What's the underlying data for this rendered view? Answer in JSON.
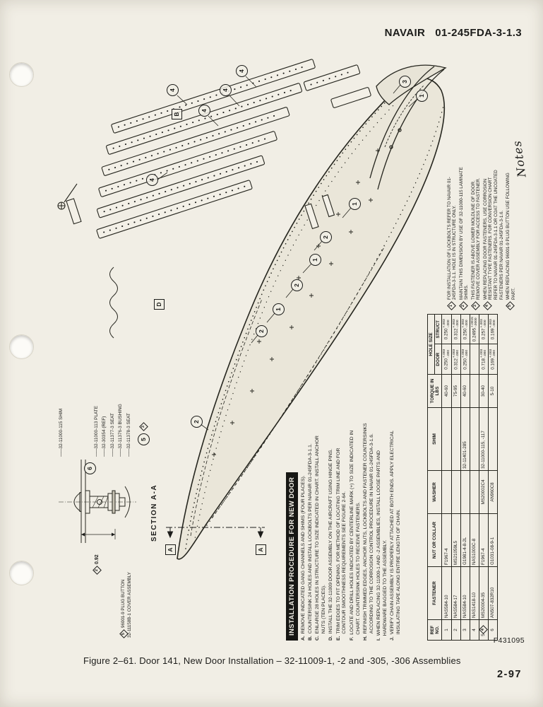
{
  "page": {
    "doc_brand": "NAVAIR",
    "doc_number": "01-245FDA-3-1.3",
    "figure_caption": "Figure 2–61.  Door 141, New Door Installation – 32-11009-1, -2 and -305, -306 Assemblies",
    "figure_id": "F431095",
    "page_number": "2-97"
  },
  "procedure": {
    "title": "INSTALLATION PROCEDURE FOR NEW DOOR",
    "steps": [
      {
        "letter": "A.",
        "text": "REMOVE INDICATED GANG CHANNELS AND SHIMS (FOUR PLACES)."
      },
      {
        "letter": "B.",
        "text": "COUNTERSINK 24 HOLES AND INSTALL LOCKBOLTS PER NAVAIR 01-245FDA-3-1.1."
      },
      {
        "letter": "C.",
        "text": "ENLARGE 28 HOLES IN STRUCTURE TO SIZE INDICATED IN CHART. INSTALL ANCHOR NUTS (TEN PLACES)."
      },
      {
        "letter": "D.",
        "text": "INSTALL THE 32-11009 DOOR ASSEMBLY ON THE AIRCRAFT USING HINGE PINS."
      },
      {
        "letter": "E.",
        "text": "TRIM EDGES TO FIT OPENING. FOR METHOD OF LOCATING TRIM LINE AND FOR CONTOUR SMOOTHNESS REQUIREMENTS SEE FIGURE 2-64."
      },
      {
        "letter": "F.",
        "text": "LOCATE AND DRILL HOLES INDICATED BY CENTERLINE MARK (+) TO SIZE INDICATED IN CHART. COUNTERSINK HOLES TO RECEIVE FASTENERS."
      },
      {
        "letter": "H.",
        "text": "REFINISH TRIMMED EDGES, ANCHOR NUTS, LOCKBOLTS AND FASTENER COUNTERSINKS ACCORDING TO THE CORROSION CONTROL PROCEDURE IN NAVAIR 01-245FDA-3-1.6."
      },
      {
        "letter": "I.",
        "text": "WHEN REPLACING 32-11009-1 AND -2 ASSEMBLIES, INSTALL LOOSE PARTS AND HARDWARE BAGGED TO THE ASSEMBLY."
      },
      {
        "letter": "J.",
        "text": "VERIFY CHAIN ASSEMBLY IS PROPERLY ATTACHED AT BOTH ENDS. APPLY ELECTRICAL INSULATING TAPE ALONG ENTIRE LENGTH OF CHAIN."
      }
    ]
  },
  "notes": {
    "title": "Notes",
    "items": [
      {
        "flag": "1",
        "text": "FOR INSTALLATION OF LOCKBOLTS REFER TO NAVAIR 01-245FDA-3-1.1. HOLE IS IN STRUCTURE ONLY."
      },
      {
        "flag": "2",
        "text": "MAINTAIN THIS DIMENSION BY USE OF 32-11000-115 LAMINATE SHIMS."
      },
      {
        "flag": "3",
        "text": "THIS FASTENER IS ABOVE LOWER MOLDLINE OF DOOR.  REMOVE COVER ASSEMBLY FOR ACCESS TO FASTENER."
      },
      {
        "flag": "4",
        "text": "WHEN REPLACING DOOR FASTENERS, USE CORROSION RESISTANT TYPE FASTENERS.  FOR CONVERSION CHART REFER TO NAVAIR 01-245FDA-3-1.1 OR COAT THE UNCOATED FASTENERS PER NAVAIR 01-245FDA-3-1.6."
      },
      {
        "flag": "5",
        "text": "WHEN REPLACING 96001-9 PLUG BUTTON USE FOLLOWING PART."
      }
    ]
  },
  "table": {
    "headers": {
      "ref": "REF NO.",
      "fastener": "FASTENER",
      "nut": "NUT OR COLLAR",
      "washer": "WASHER",
      "shim": "SHIM",
      "torque": "TORQUE IN LBS",
      "hole": "HOLE SIZE",
      "door": "DOOR",
      "struct": "STRUCT"
    },
    "rows": [
      {
        "ref": "1",
        "fastener": "NAS584-10",
        "nut": "F1967-4",
        "washer": "",
        "shim": "",
        "torque": "40-60",
        "door": "0.250",
        "door_tol": "+.003\n-.000",
        "struct": "0.250",
        "struct_tol": "+.003\n-.000"
      },
      {
        "ref": "2",
        "fastener": "NAS584-17",
        "nut": "MS21059L5",
        "washer": "",
        "shim": "",
        "torque": "75-95",
        "door": "0.312",
        "door_tol": "+.003\n-.000",
        "struct": "0.312",
        "struct_tol": "+.003\n-.000"
      },
      {
        "ref": "3",
        "fastener": "NAS584-10",
        "nut": "G1981-4-8-2L",
        "washer": "",
        "shim": "32-11401-285",
        "torque": "40-60",
        "door": "0.250",
        "door_tol": "+.003\n-.000",
        "struct": "0.250",
        "struct_tol": "+.003\n-.000"
      },
      {
        "ref": "4",
        "fastener": "NAS1418-10",
        "nut": "NAS1000C-8",
        "washer": "",
        "shim": "",
        "torque": "",
        "door": "",
        "door_tol": "",
        "struct": "0.2495",
        "struct_tol": "+.0015\n-.0000"
      },
      {
        "ref": "5",
        "ref_flag": "4",
        "fastener": "MS20004-35",
        "nut": "F1967-4",
        "washer": "MS20002C4",
        "shim": "32-11000-115, -117",
        "torque": "30-40",
        "door": "0.718",
        "door_tol": "+.003\n-.000",
        "struct": "0.257",
        "struct_tol": "+.003\n-.000"
      },
      {
        "ref": "6",
        "fastener": "AN507-832R10",
        "nut": "G1031-08-9-1",
        "washer": "AN960C8",
        "shim": "",
        "torque": "5-10",
        "door": "0.169",
        "door_tol": "+.003\n-.000",
        "struct": "0.169",
        "struct_tol": "+.003\n-.000"
      }
    ]
  },
  "section": {
    "title": "SECTION A-A",
    "labels": [
      "32-11000-115 SHIM",
      "32-11000-113 PLATE",
      "32-30354 (REF)",
      "32-11377-3 SEAT",
      "32-11376-3 BUSHING",
      "32-11378-3 SEAT"
    ],
    "dim_flag": "2",
    "dimension": "0.92",
    "plug_flag": "5",
    "plug_lines": [
      "96001-9 PLUG BUTTON",
      "32-11158B-1 COVER ASSEMBLY"
    ],
    "balloon5": "5",
    "balloon5_flag": "3",
    "balloon6": "6"
  },
  "drawing": {
    "balloons": [
      {
        "n": "4"
      },
      {
        "n": "4"
      },
      {
        "n": "4"
      },
      {
        "n": "4"
      },
      {
        "n": "4"
      },
      {
        "n": "3"
      },
      {
        "n": "1"
      },
      {
        "n": "1"
      },
      {
        "n": "1"
      },
      {
        "n": "1"
      },
      {
        "n": "2"
      },
      {
        "n": "2"
      },
      {
        "n": "2"
      },
      {
        "n": "2"
      }
    ],
    "flags": [
      {
        "t": "B"
      },
      {
        "t": "D"
      },
      {
        "t": "A"
      },
      {
        "t": "A"
      }
    ]
  }
}
